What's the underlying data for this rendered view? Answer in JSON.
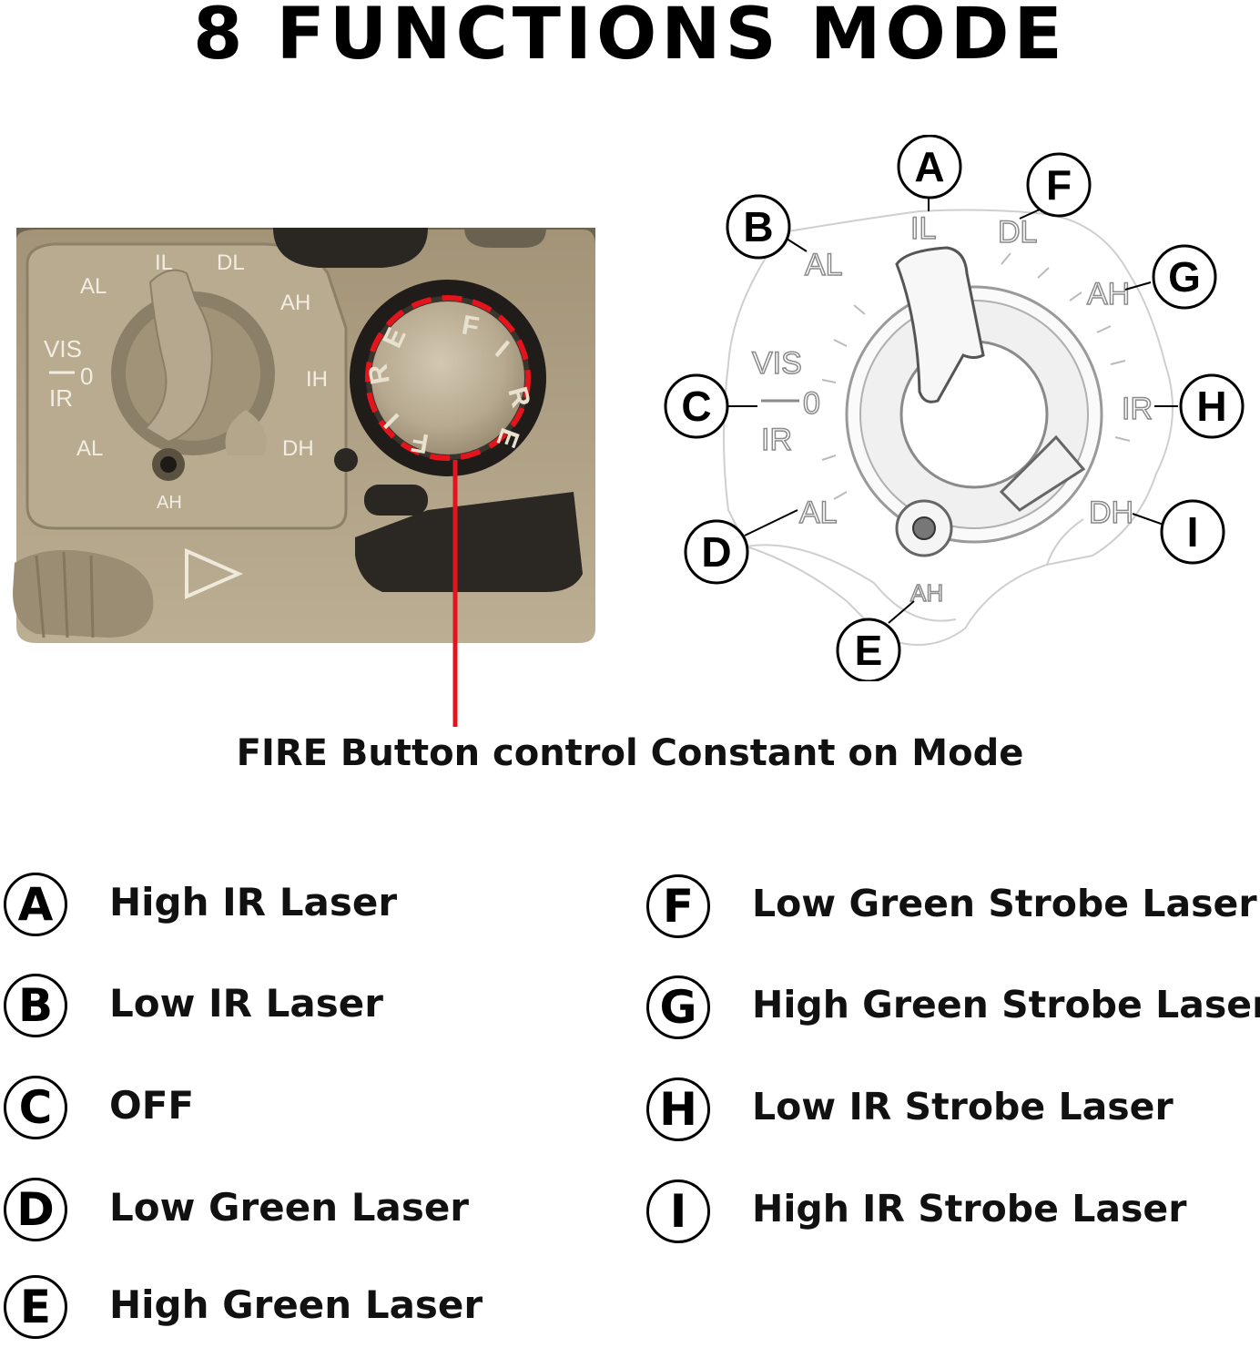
{
  "title": "8 FUNCTIONS MODE",
  "caption": "FIRE Button control Constant on Mode",
  "photo": {
    "panel_labels": {
      "il": "IL",
      "dl": "DL",
      "al_top": "AL",
      "ah_right": "AH",
      "vis": "VIS",
      "zero": "0",
      "ir": "IR",
      "ih": "IH",
      "al_bottom": "AL",
      "dh": "DH",
      "ah_bottom": "AH"
    },
    "fire_letters": [
      "F",
      "I",
      "R",
      "E",
      "F",
      "I",
      "R",
      "E"
    ],
    "colors": {
      "body": "#b3a48b",
      "knob": "#bfb39a",
      "highlight": "#e3141b"
    }
  },
  "diagram": {
    "markings": {
      "il": "IL",
      "dl": "DL",
      "al_top": "AL",
      "ah": "AH",
      "vis": "VIS",
      "zero": "0",
      "ir_left": "IR",
      "ir_right": "IR",
      "al_bottom": "AL",
      "dh": "DH",
      "ah_bottom": "AH"
    },
    "callouts": {
      "a": "A",
      "b": "B",
      "c": "C",
      "d": "D",
      "e": "E",
      "f": "F",
      "g": "G",
      "h": "H",
      "i": "I"
    }
  },
  "legend": {
    "left": [
      {
        "letter": "A",
        "text": "High IR Laser"
      },
      {
        "letter": "B",
        "text": "Low IR Laser"
      },
      {
        "letter": "C",
        "text": "OFF"
      },
      {
        "letter": "D",
        "text": "Low Green Laser"
      },
      {
        "letter": "E",
        "text": "High Green Laser"
      }
    ],
    "right": [
      {
        "letter": "F",
        "text": "Low Green Strobe Laser"
      },
      {
        "letter": "G",
        "text": "High Green Strobe Laser"
      },
      {
        "letter": "H",
        "text": "Low IR Strobe Laser"
      },
      {
        "letter": "I",
        "text": "High IR Strobe Laser"
      }
    ]
  }
}
